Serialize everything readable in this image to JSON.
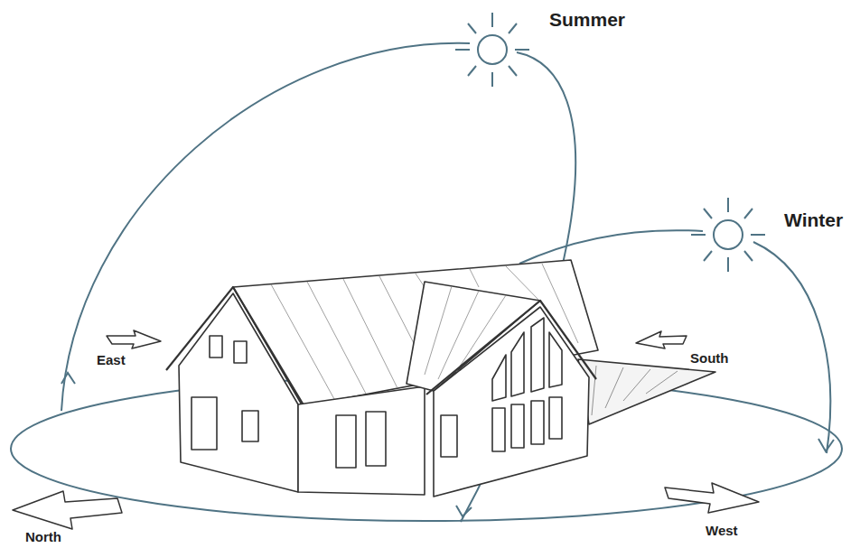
{
  "diagram": {
    "labels": [
      "Summer",
      "Winter",
      "East",
      "South",
      "North",
      "West"
    ]
  }
}
